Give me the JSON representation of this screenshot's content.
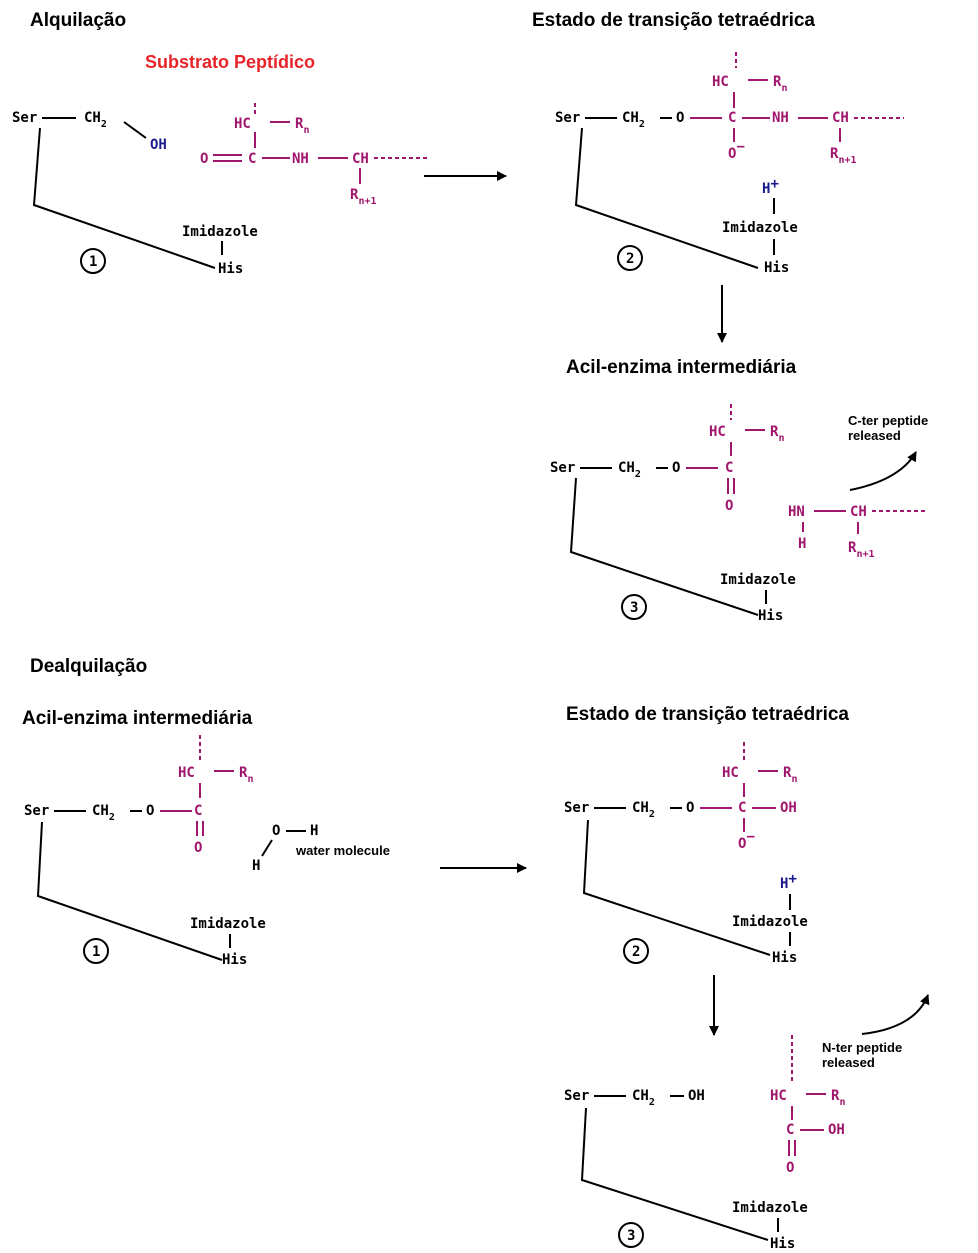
{
  "sections": {
    "alkylation": "Alquilação",
    "dealkylation": "Dealquilação"
  },
  "headings": {
    "substrate": "Substrato Peptídico",
    "transition_state": "Estado de transição tetraédrica",
    "acyl_enzyme": "Acil-enzima intermediária"
  },
  "labels": {
    "ser": "Ser",
    "his": "His",
    "imidazole": "Imidazole",
    "oh": "OH",
    "o": "O",
    "hc": "HC",
    "c": "C",
    "nh": "NH",
    "hn": "HN",
    "h": "H",
    "ch": "CH",
    "r": "R",
    "sub_n": "n",
    "sub_n1": "n+1",
    "sub_2": "2",
    "minus": "−",
    "h_plus": "H",
    "plus": "+",
    "water_molecule": "water molecule",
    "c_ter_line1": "C-ter peptide",
    "c_ter_line2": "released",
    "n_ter_line1": "N-ter peptide",
    "n_ter_line2": "released"
  },
  "steps": [
    "1",
    "2",
    "3"
  ],
  "colors": {
    "black": "#000000",
    "magenta": "#a0166d",
    "blue": "#1a1a8c",
    "red": "#e8242b"
  }
}
